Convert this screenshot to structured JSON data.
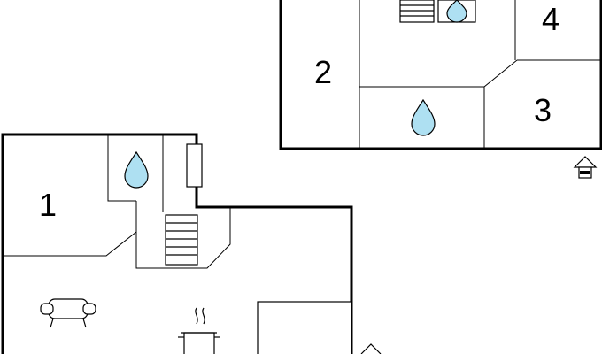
{
  "floorplan": {
    "rooms": [
      {
        "id": "1",
        "label": "1"
      },
      {
        "id": "2",
        "label": "2"
      },
      {
        "id": "3",
        "label": "3"
      },
      {
        "id": "4",
        "label": "4"
      }
    ],
    "icons": [
      "water-drop-icon",
      "stairs-icon",
      "armchair-icon",
      "cooking-pot-icon",
      "entrance-icon"
    ],
    "colors": {
      "walls": "#000000",
      "water_drop": "#aee0f2",
      "background": "#ffffff"
    }
  }
}
